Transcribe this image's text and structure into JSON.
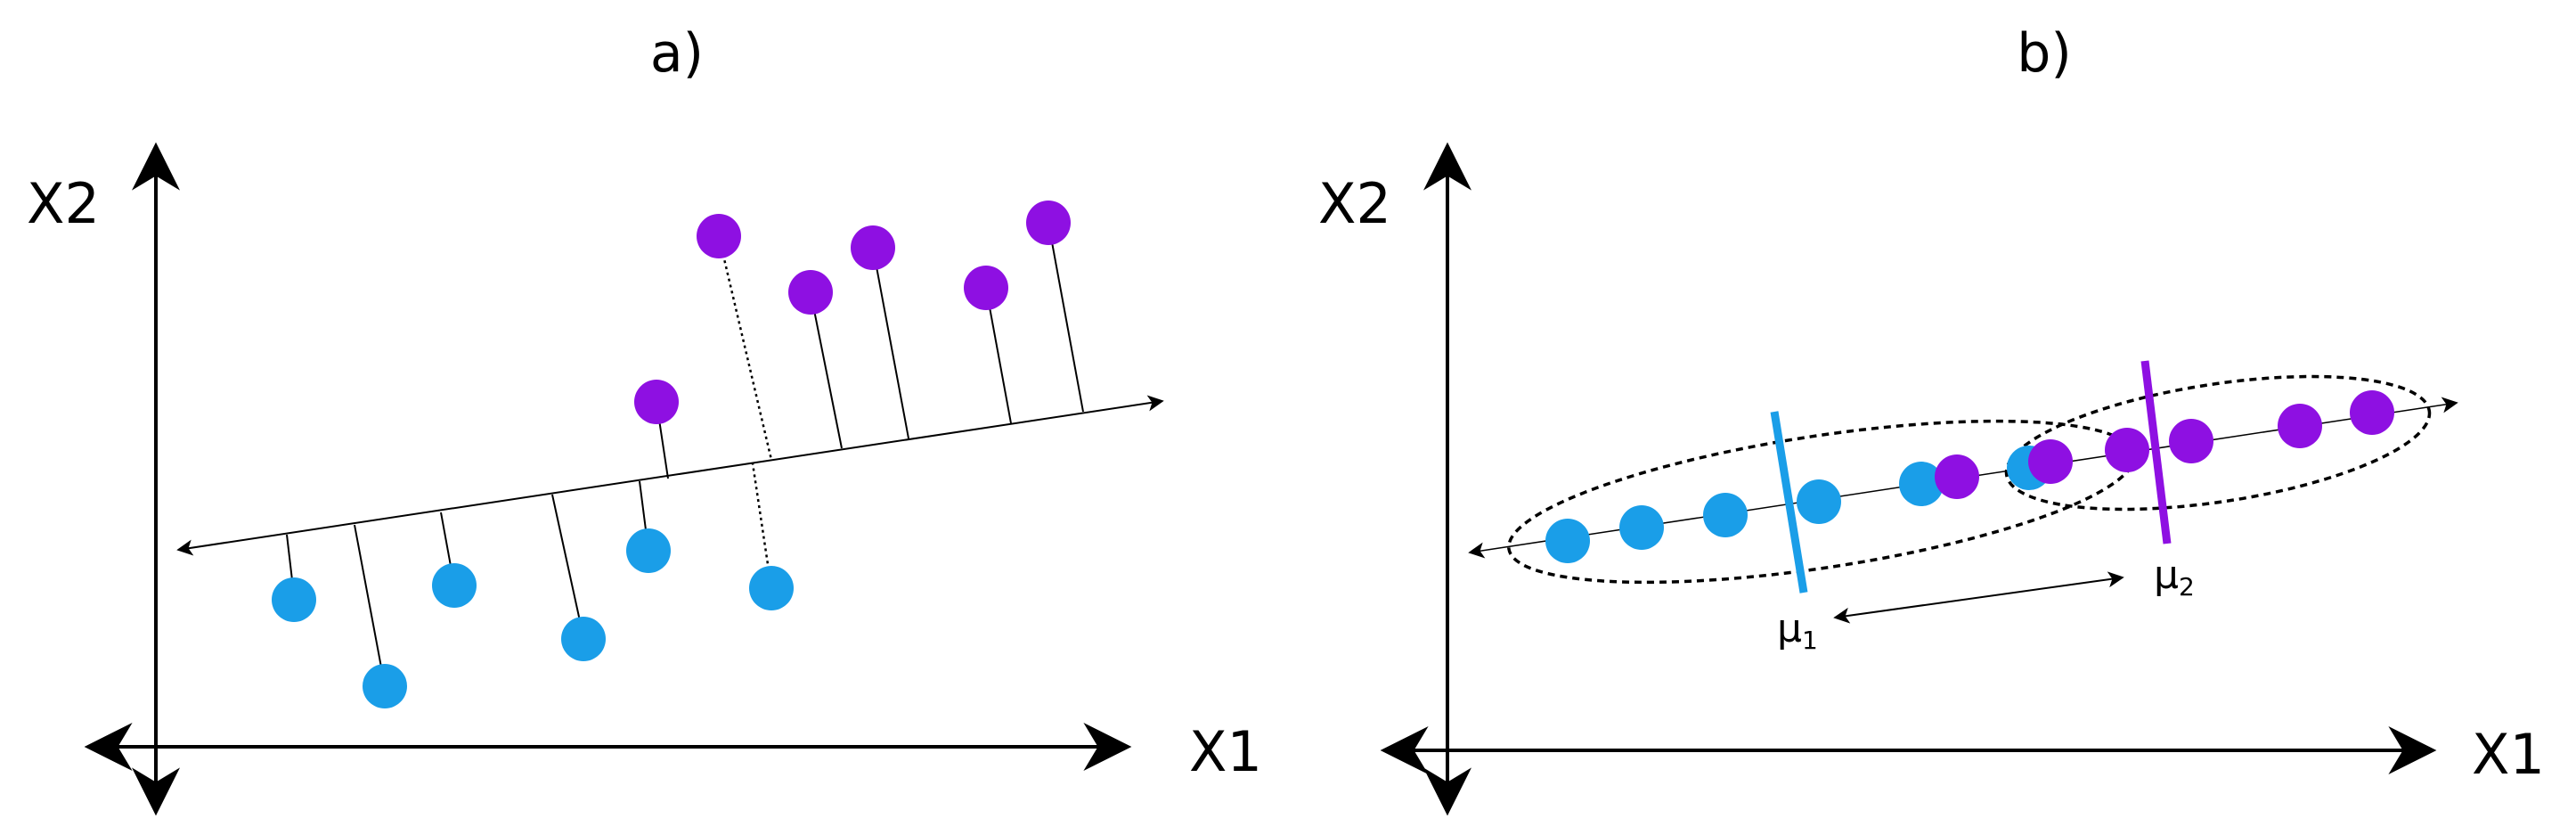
{
  "panels": [
    {
      "id": "a",
      "title": "a)",
      "x_axis_label": "X1",
      "y_axis_label": "X2"
    },
    {
      "id": "b",
      "title": "b)",
      "x_axis_label": "X1",
      "y_axis_label": "X2",
      "mean_labels": {
        "mu1_base": "μ",
        "mu1_sub": "1",
        "mu2_base": "μ",
        "mu2_sub": "2"
      }
    }
  ],
  "colors": {
    "class1": "#1a9ee8",
    "class2": "#8e10e2",
    "ink": "#000000"
  }
}
